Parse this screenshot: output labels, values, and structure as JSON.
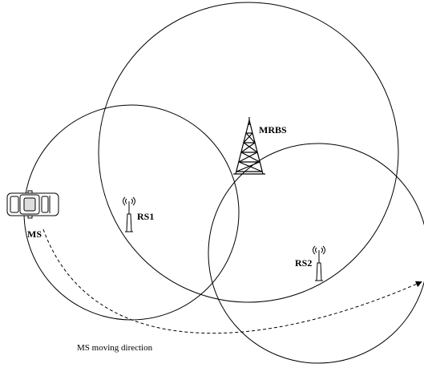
{
  "labels": {
    "mrbs": "MRBS",
    "rs1": "RS1",
    "rs2": "RS2",
    "ms": "MS",
    "direction": "MS moving direction"
  },
  "colors": {
    "stroke": "#000000",
    "background": "#ffffff"
  },
  "icons": {
    "macro_station": "tower-icon",
    "relay_station_1": "relay-antenna-icon",
    "relay_station_2": "relay-antenna-icon",
    "mobile_station": "car-icon"
  }
}
